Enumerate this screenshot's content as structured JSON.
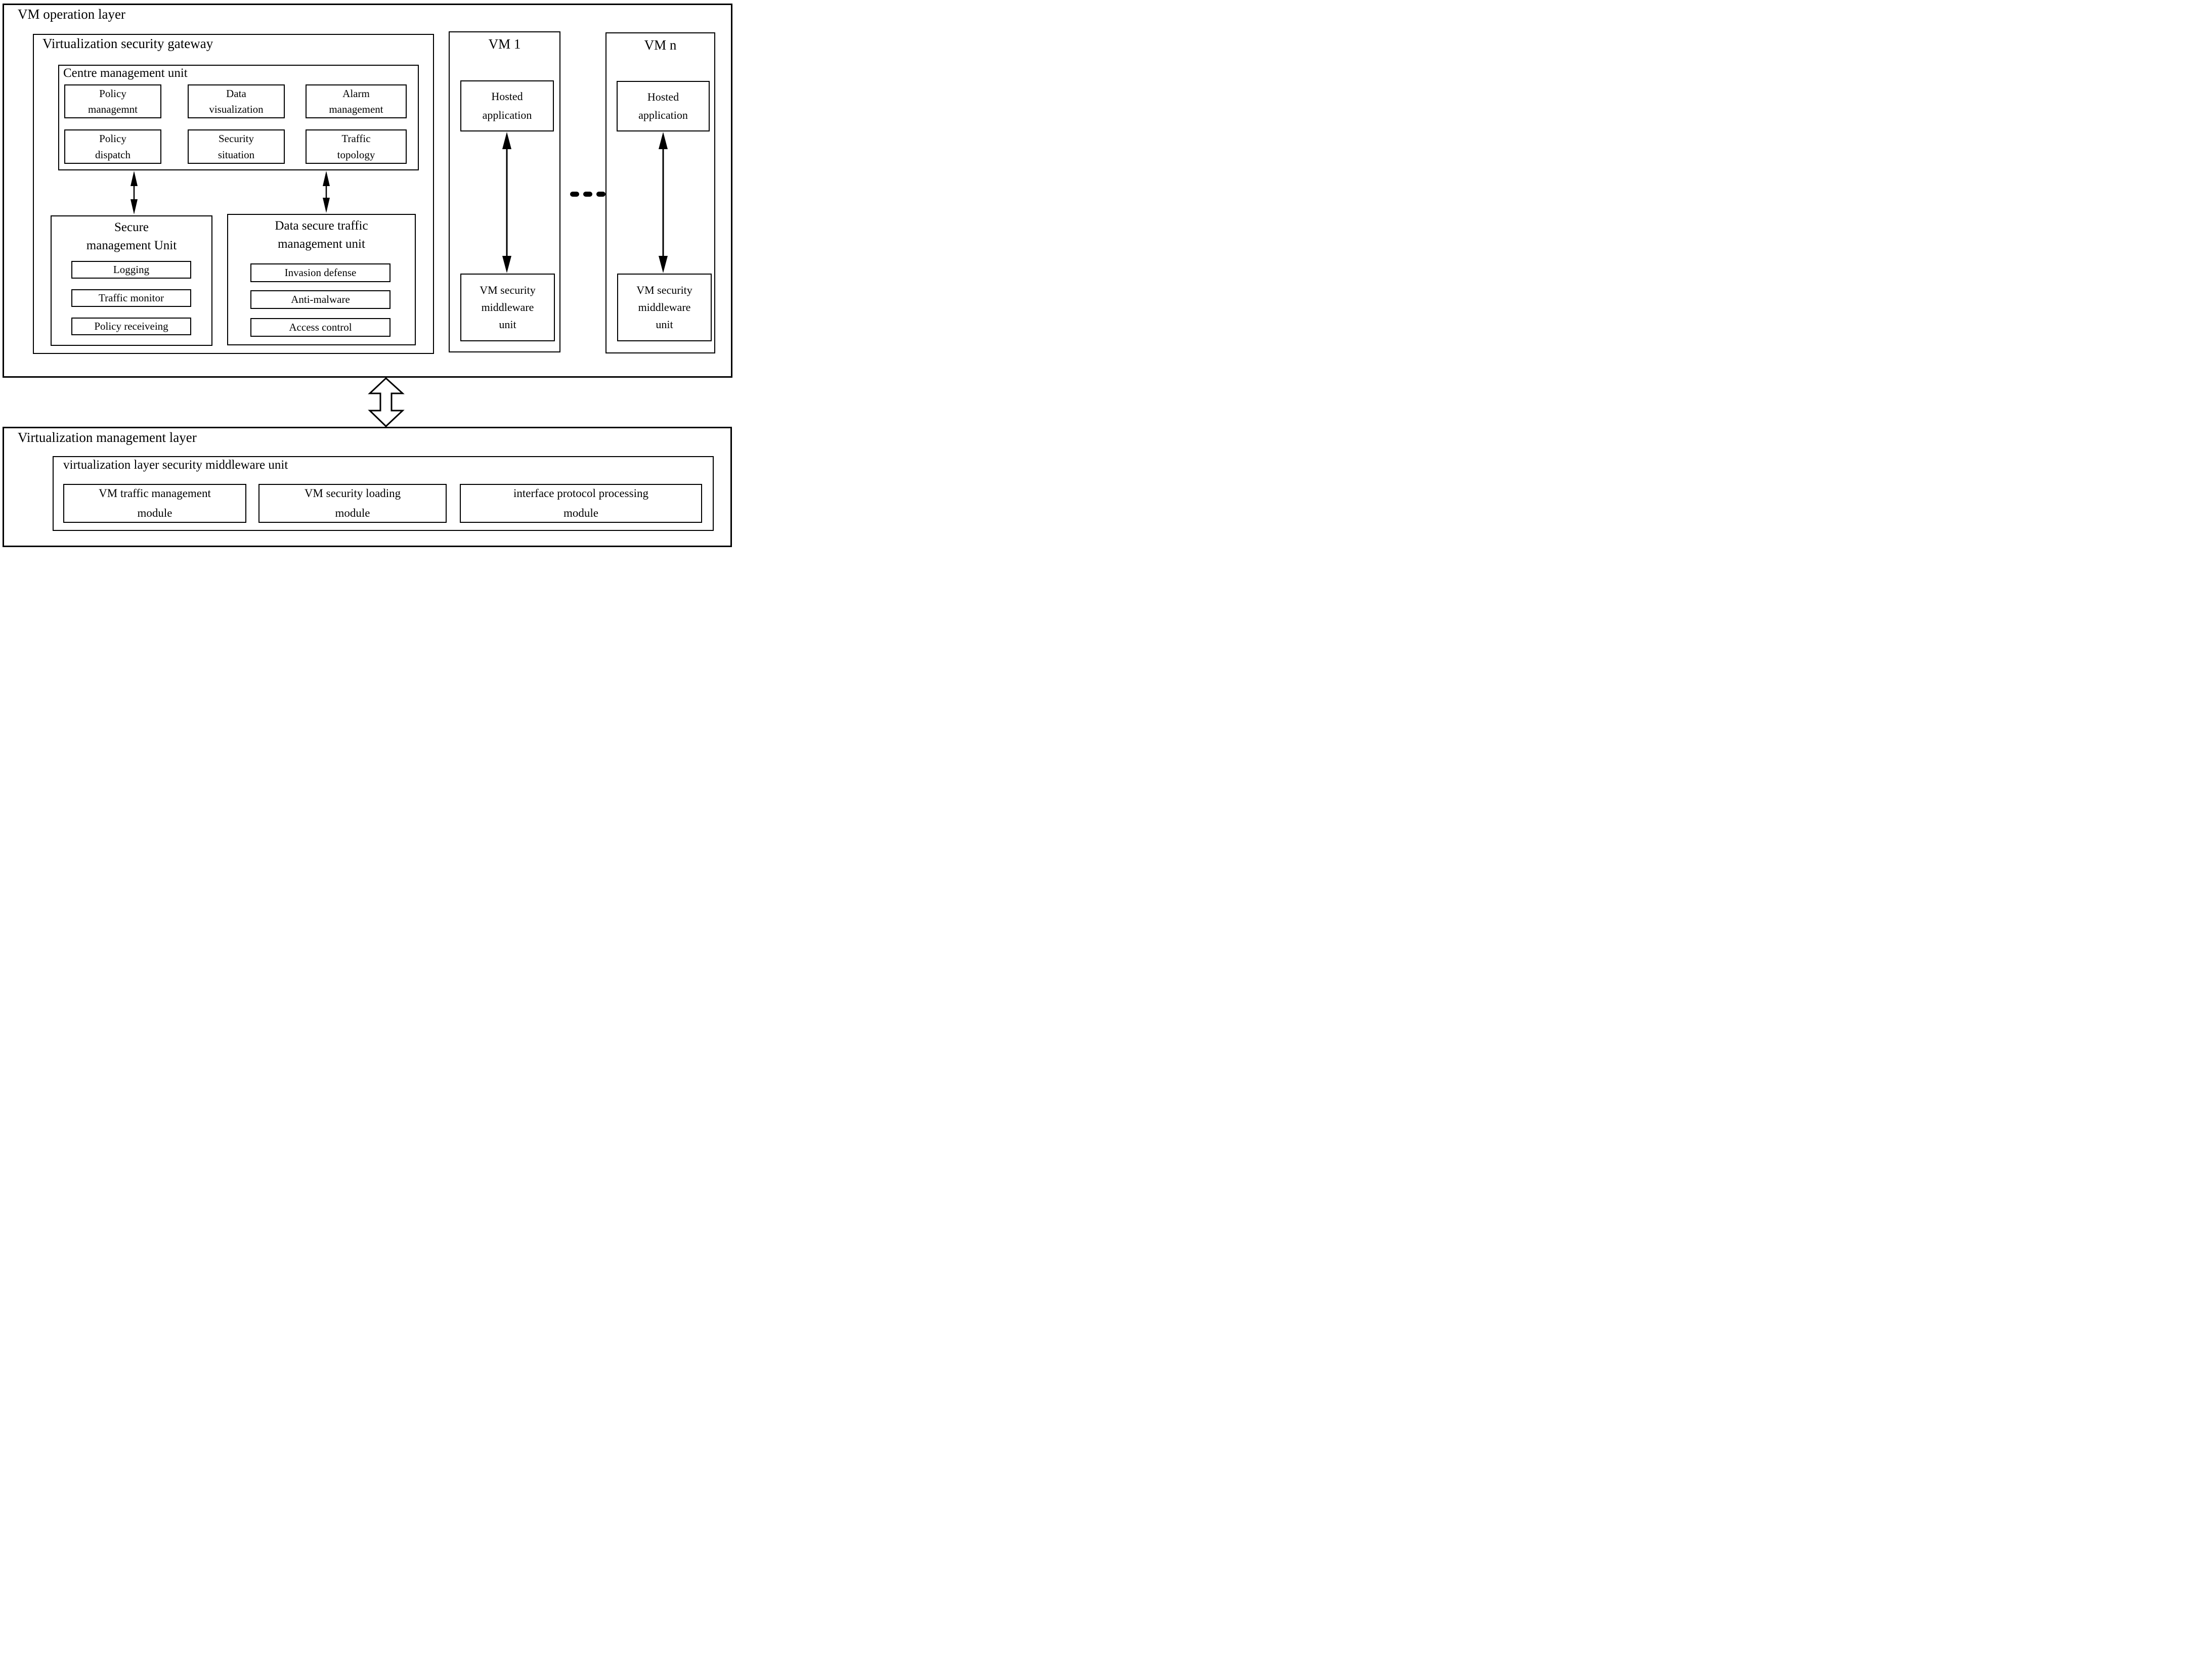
{
  "colors": {
    "line": "#000000",
    "background": "#ffffff"
  },
  "top_layer": {
    "title": "VM operation layer",
    "gateway": {
      "title": "Virtualization security gateway",
      "centre_unit": {
        "title": "Centre management unit",
        "boxes": [
          {
            "lines": [
              "Policy",
              "managemnt"
            ]
          },
          {
            "lines": [
              "Data",
              "visualization"
            ]
          },
          {
            "lines": [
              "Alarm",
              "management"
            ]
          },
          {
            "lines": [
              "Policy",
              "dispatch"
            ]
          },
          {
            "lines": [
              "Security",
              "situation"
            ]
          },
          {
            "lines": [
              "Traffic",
              "topology"
            ]
          }
        ]
      },
      "secure_unit": {
        "title_lines": [
          "Secure",
          "management Unit"
        ],
        "items": [
          "Logging",
          "Traffic monitor",
          "Policy receiveing"
        ]
      },
      "data_unit": {
        "title_lines": [
          "Data secure traffic",
          "management unit"
        ],
        "items": [
          "Invasion defense",
          "Anti-malware",
          "Access control"
        ]
      }
    },
    "vm1": {
      "title": "VM 1",
      "hosted_app_lines": [
        "Hosted",
        "application"
      ],
      "middleware_lines": [
        "VM security",
        "middleware",
        "unit"
      ]
    },
    "vmn": {
      "title": "VM n",
      "hosted_app_lines": [
        "Hosted",
        "application"
      ],
      "middleware_lines": [
        "VM security",
        "middleware",
        "unit"
      ]
    },
    "vm_separator_dash_count": 3
  },
  "bottom_layer": {
    "title": "Virtualization management layer",
    "middleware_unit": {
      "title": "virtualization layer security middleware unit",
      "modules": [
        {
          "lines": [
            "VM traffic management",
            "module"
          ]
        },
        {
          "lines": [
            "VM security loading",
            "module"
          ]
        },
        {
          "lines": [
            "interface protocol processing",
            "module"
          ]
        }
      ]
    }
  }
}
